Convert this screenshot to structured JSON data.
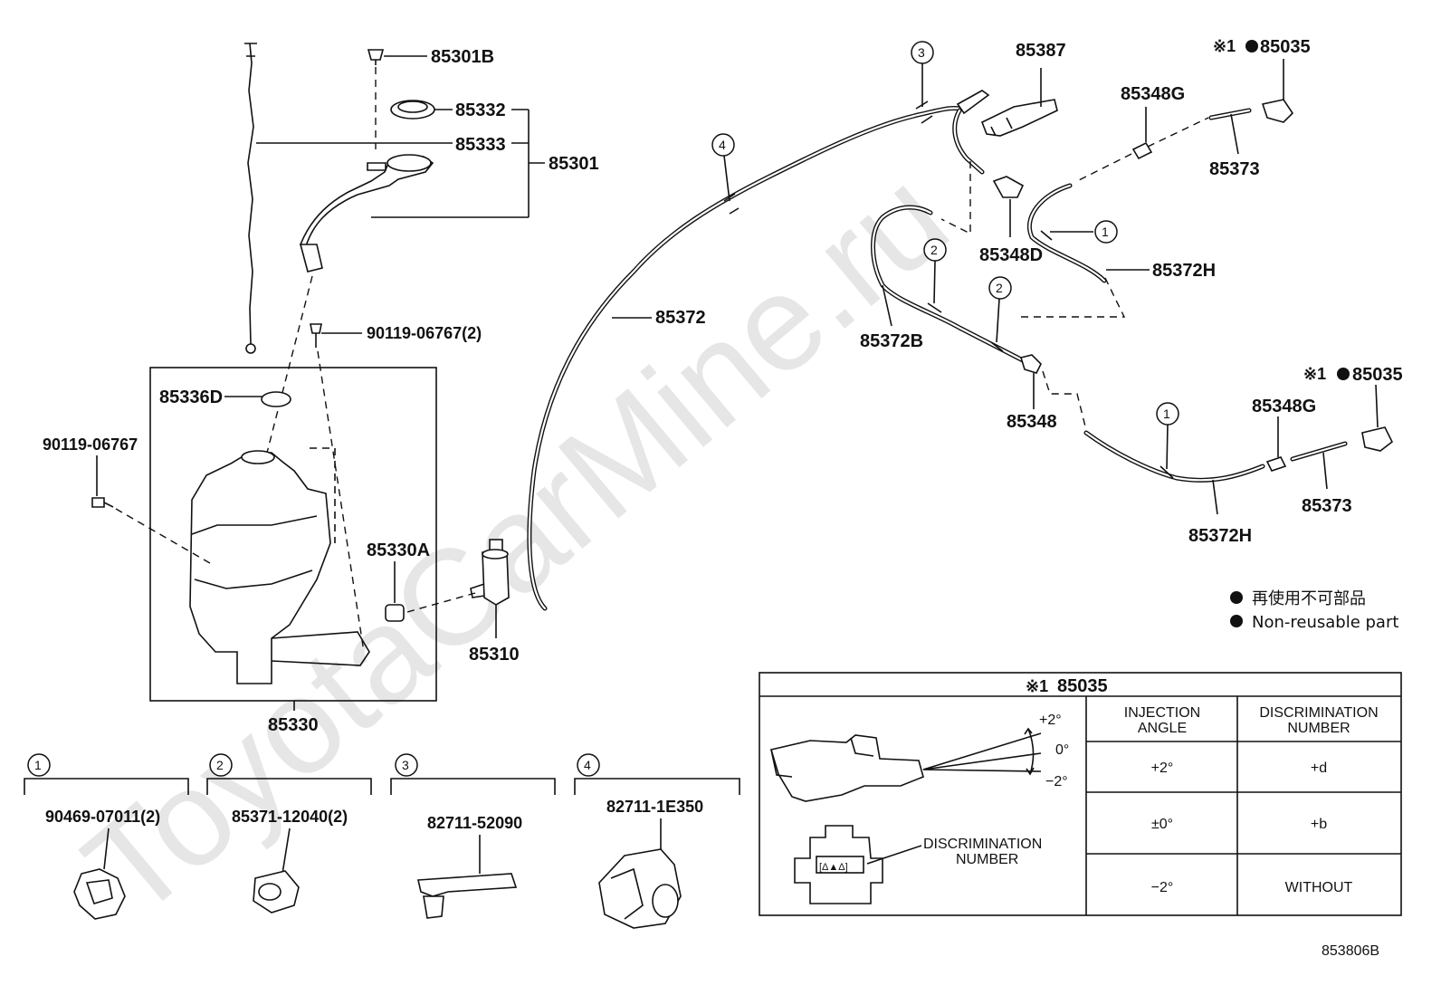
{
  "watermark": "ToyotaCarMine.ru",
  "diagram_code": "853806B",
  "parts": {
    "p85301B": "85301B",
    "p85332": "85332",
    "p85333": "85333",
    "p85301": "85301",
    "p90119_2": "90119-06767(2)",
    "p85336D": "85336D",
    "p90119": "90119-06767",
    "p85330A": "85330A",
    "p85310": "85310",
    "p85330": "85330",
    "p85372": "85372",
    "p85387": "85387",
    "p85348D": "85348D",
    "p85372B": "85372B",
    "p85348": "85348",
    "p85348G_top": "85348G",
    "p85373_top": "85373",
    "p85035_top": "85035",
    "p85372H_top": "85372H",
    "p85348G_bot": "85348G",
    "p85373_bot": "85373",
    "p85035_bot": "85035",
    "p85372H_bot": "85372H"
  },
  "refmark": "※1",
  "callouts": {
    "c1": "1",
    "c2": "2",
    "c3": "3",
    "c4": "4"
  },
  "clips": [
    {
      "num": "1",
      "part": "90469-07011(2)"
    },
    {
      "num": "2",
      "part": "85371-12040(2)"
    },
    {
      "num": "3",
      "part": "82711-52090"
    },
    {
      "num": "4",
      "part": "82711-1E350"
    }
  ],
  "legend": {
    "jp": "再使用不可部品",
    "en": "Non-reusable part"
  },
  "nozzle_table": {
    "title_mark": "※1",
    "title_part": "85035",
    "angle_plus": "+2°",
    "angle_zero": "0°",
    "angle_minus": "−2°",
    "disc_label_1": "DISCRIMINATION",
    "disc_label_2": "NUMBER",
    "stamp": "[Δ▲Δ]",
    "headers": [
      {
        "line1": "INJECTION",
        "line2": "ANGLE"
      },
      {
        "line1": "DISCRIMINATION",
        "line2": "NUMBER"
      }
    ],
    "rows": [
      {
        "angle": "+2°",
        "disc": "+d"
      },
      {
        "angle": "±0°",
        "disc": "+b"
      },
      {
        "angle": "−2°",
        "disc": "WITHOUT"
      }
    ]
  }
}
